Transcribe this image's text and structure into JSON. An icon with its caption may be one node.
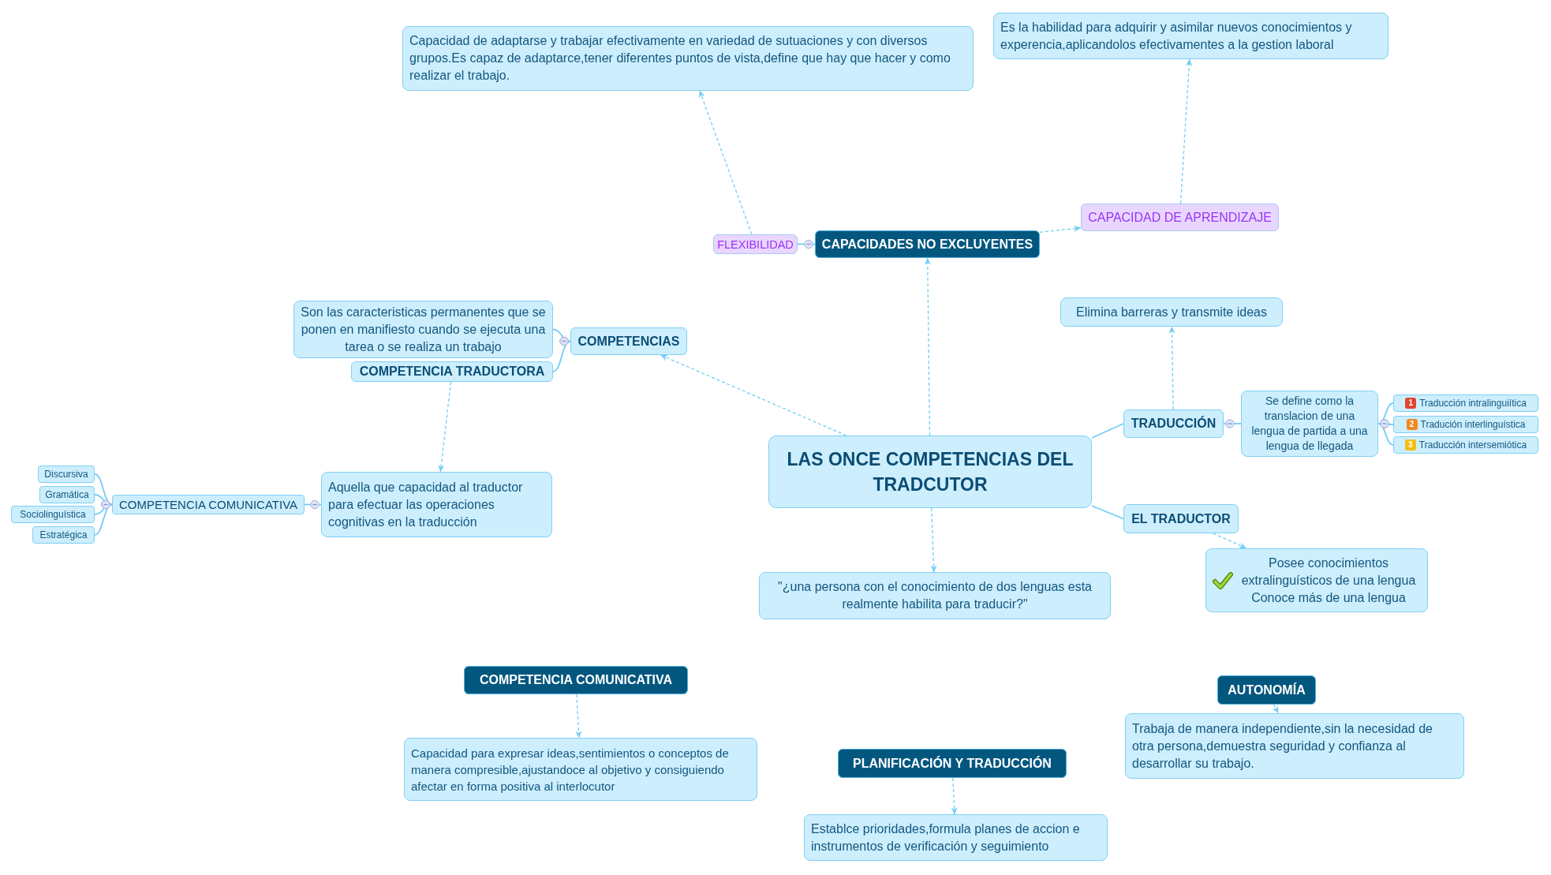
{
  "diagram": {
    "nodes": [
      {
        "text": [
          "Capacidad de adaptarse y trabajar efectivamente en variedad de sutuaciones y con diversos grupos.Es capaz de adaptarce,tener diferentes puntos de vista,define que hay que hacer y como realizar el trabajo."
        ]
      },
      {
        "text": [
          "Es la habilidad para adquirir y asimilar nuevos conocimientos y experencia,aplicandolos efectivamentes a la gestion laboral"
        ]
      },
      {
        "text": [
          "CAPACIDAD DE APRENDIZAJE"
        ]
      },
      {
        "text": [
          "FLEXIBILIDAD"
        ]
      },
      {
        "text": [
          "CAPACIDADES NO EXCLUYENTES"
        ]
      },
      {
        "text": [
          "Elimina barreras y transmite ideas"
        ]
      },
      {
        "text": [
          "Son las caracteristicas permanentes que se ponen en manifiesto cuando se ejecuta una tarea o se realiza un trabajo"
        ]
      },
      {
        "text": [
          "COMPETENCIAS"
        ]
      },
      {
        "text": [
          "COMPETENCIA TRADUCTORA"
        ]
      },
      {
        "text": [
          "Se define como la translacion de una lengua de partida a una lengua de llegada"
        ]
      },
      {
        "text": [
          "1",
          "Traducción intralinguiítica"
        ]
      },
      {
        "text": [
          "2",
          "Tradución interlinguística"
        ]
      },
      {
        "text": [
          "3",
          "Traducción intersemiótica"
        ]
      },
      {
        "text": [
          "TRADUCCIÓN"
        ]
      },
      {
        "text": [
          "LAS ONCE COMPETENCIAS DEL TRADCUTOR"
        ]
      },
      {
        "text": [
          "Discursiva"
        ]
      },
      {
        "text": [
          "Gramática"
        ]
      },
      {
        "text": [
          "Sociolinguística"
        ]
      },
      {
        "text": [
          "Estratégica"
        ]
      },
      {
        "text": [
          "COMPETENCIA COMUNICATIVA"
        ]
      },
      {
        "text": [
          "Aquella que capacidad al traductor para efectuar las operaciones cognitivas en la traducción"
        ]
      },
      {
        "text": [
          "EL TRADUCTOR"
        ]
      },
      {
        "text": [
          "Posee conocimientos extralinguísticos de una lengua",
          "Conoce más de una lengua"
        ]
      },
      {
        "text": [
          "\"¿una persona con el conocimiento de dos lenguas esta realmente habilita para traducir?\""
        ]
      },
      {
        "text": [
          "COMPETENCIA COMUNICATIVA"
        ]
      },
      {
        "text": [
          "AUTONOMÍA"
        ]
      },
      {
        "text": [
          "Trabaja de manera independiente,sin la necesidad de otra persona,demuestra seguridad y confianza al desarrollar su trabajo."
        ]
      },
      {
        "text": [
          "PLANIFICACIÓN Y TRADUCCIÓN"
        ]
      },
      {
        "text": [
          "Capacidad para expresar ideas,sentimientos o conceptos de manera compresible,ajustandoce al objetivo y consiguiendo afectar en forma positiva al interlocutor"
        ]
      },
      {
        "text": [
          "Establce prioridades,formula planes de accion e instrumentos de verificación y seguimiento"
        ]
      }
    ],
    "edges": [
      {
        "from": 14,
        "to": 4,
        "arrow": "to",
        "style": "dashed"
      },
      {
        "from": 4,
        "to": 3,
        "arrow": "other"
      },
      {
        "from": 4,
        "to": 2,
        "arrow": "to",
        "style": "dashed"
      },
      {
        "from": 3,
        "to": 0,
        "arrow": "to",
        "style": "dashed"
      },
      {
        "from": 2,
        "to": 1,
        "arrow": "to",
        "style": "dashed"
      },
      {
        "from": 14,
        "to": 7,
        "arrow": "to",
        "style": "dashed"
      },
      {
        "from": 7,
        "to": 6,
        "arrow": "other"
      },
      {
        "from": 7,
        "to": 8,
        "arrow": "other"
      },
      {
        "from": 8,
        "to": 20,
        "arrow": "to",
        "style": "dashed"
      },
      {
        "from": 20,
        "to": 19,
        "arrow": "other"
      },
      {
        "from": 19,
        "to": 15,
        "arrow": "other"
      },
      {
        "from": 19,
        "to": 16,
        "arrow": "other"
      },
      {
        "from": 19,
        "to": 17,
        "arrow": "other"
      },
      {
        "from": 19,
        "to": 18,
        "arrow": "other"
      },
      {
        "from": 14,
        "to": 13,
        "arrow": "none"
      },
      {
        "from": 13,
        "to": 5,
        "arrow": "to",
        "style": "dashed"
      },
      {
        "from": 13,
        "to": 9,
        "arrow": "other"
      },
      {
        "from": 9,
        "to": 10,
        "arrow": "other"
      },
      {
        "from": 9,
        "to": 11,
        "arrow": "other"
      },
      {
        "from": 9,
        "to": 12,
        "arrow": "other"
      },
      {
        "from": 14,
        "to": 21,
        "arrow": "none"
      },
      {
        "from": 21,
        "to": 22,
        "arrow": "to",
        "style": "dashed"
      },
      {
        "from": 14,
        "to": 23,
        "arrow": "to",
        "style": "dashed"
      },
      {
        "from": 24,
        "to": 28,
        "arrow": "to",
        "style": "dashed"
      },
      {
        "from": 27,
        "to": 29,
        "arrow": "to",
        "style": "dashed"
      },
      {
        "from": 25,
        "to": 26,
        "arrow": "to",
        "style": "dashed"
      }
    ]
  }
}
